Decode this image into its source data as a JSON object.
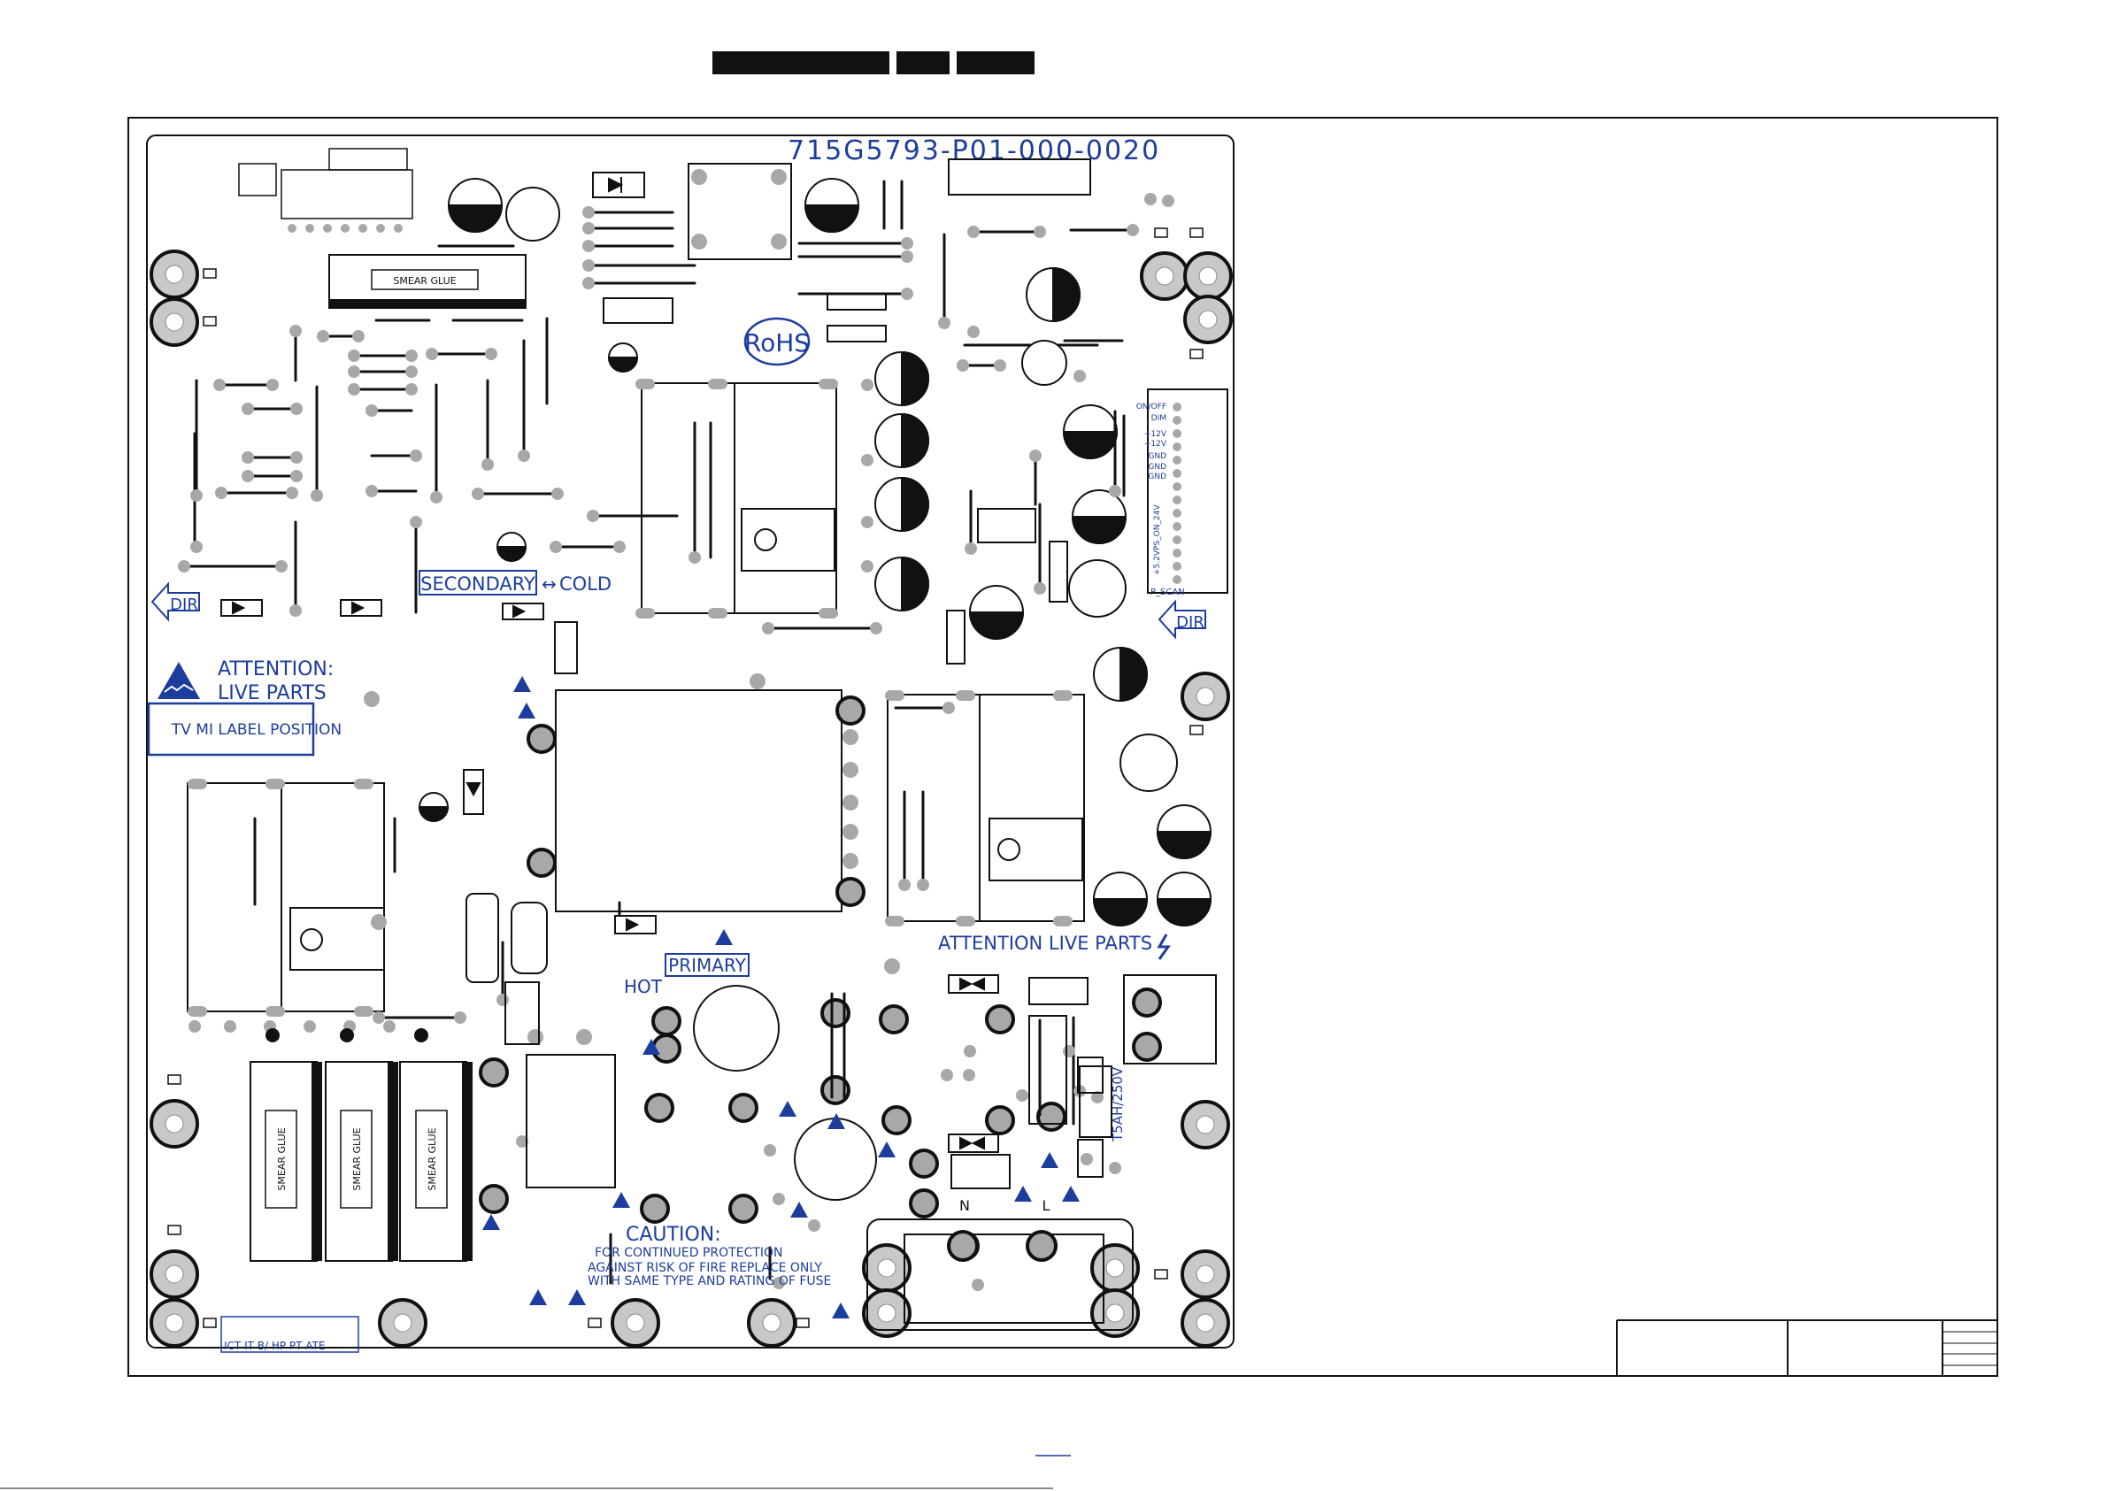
{
  "board": {
    "part_number": "715G5793-P01-000-0020",
    "rohs": "RoHS",
    "secondary": "SECONDARY",
    "cold": "COLD",
    "primary": "PRIMARY",
    "hot": "HOT",
    "dir_left": "DIR",
    "dir_right": "DIR",
    "attention_line1": "ATTENTION:",
    "attention_line2": "LIVE PARTS",
    "attention_live_parts": "ATTENTION LIVE PARTS",
    "tv_label": "TV MI LABEL POSITION",
    "smear_glue": "SMEAR GLUE",
    "fuse_rating": "T5AH/250V",
    "neutral": "N",
    "live": "L",
    "caution_title": "CAUTION:",
    "caution_line1": "FOR CONTINUED PROTECTION",
    "caution_line2": "AGAINST RISK OF FIRE REPLACE ONLY",
    "caution_line3": "WITH SAME TYPE AND RATING OF FUSE",
    "ict_label": "ICT IT B/ HP PT ATE",
    "connector_pins": [
      "ON/OFF",
      "DIM",
      "+12V",
      "+12V",
      "GND",
      "GND",
      "GND",
      "+5.2VPS_ON_24V"
    ],
    "p_scan": "P_SCAN"
  },
  "colors": {
    "silkscreen_blue": "#1c3d9e",
    "pad_grey": "#a8a8a8",
    "trace_black": "#111111"
  }
}
